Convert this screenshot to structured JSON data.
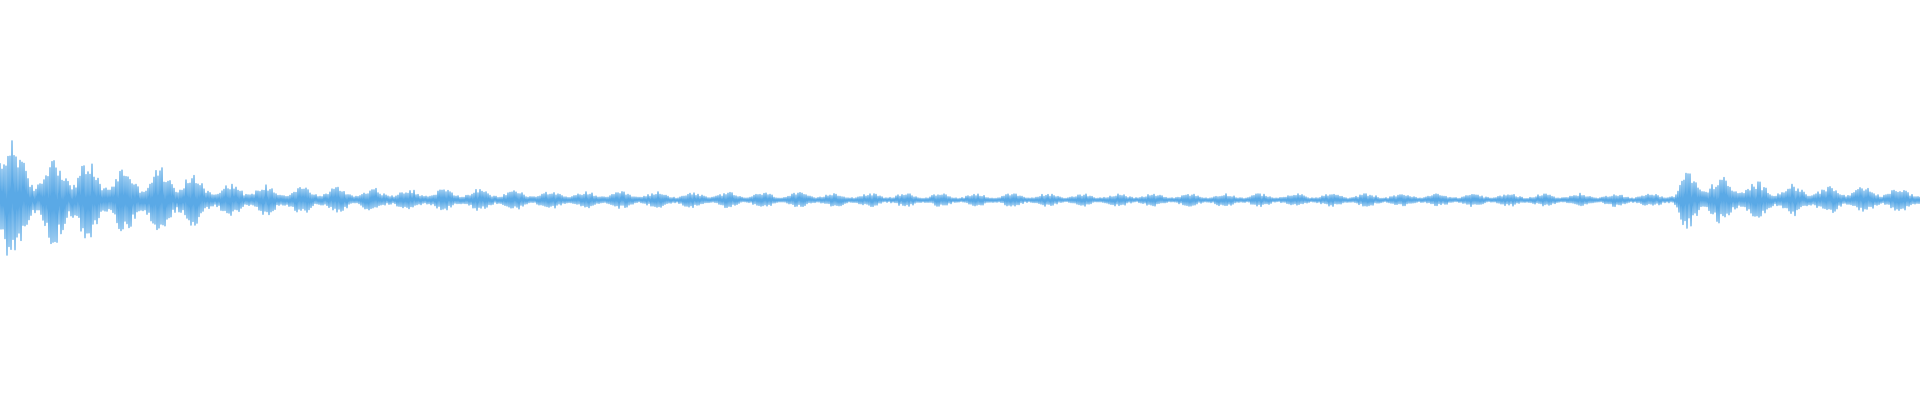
{
  "waveform": {
    "color": "#5aa9e6",
    "background": "#ffffff",
    "envelope": [
      {
        "at": 0.0,
        "amp": 0.97
      },
      {
        "at": 0.004,
        "amp": 0.92
      },
      {
        "at": 0.008,
        "amp": 0.55
      },
      {
        "at": 0.015,
        "amp": 0.35
      },
      {
        "at": 0.034,
        "amp": 0.47
      },
      {
        "at": 0.05,
        "amp": 0.33
      },
      {
        "at": 0.075,
        "amp": 0.3
      },
      {
        "at": 0.093,
        "amp": 0.32
      },
      {
        "at": 0.11,
        "amp": 0.18
      },
      {
        "at": 0.14,
        "amp": 0.14
      },
      {
        "at": 0.2,
        "amp": 0.11
      },
      {
        "at": 0.25,
        "amp": 0.1
      },
      {
        "at": 0.3,
        "amp": 0.08
      },
      {
        "at": 0.4,
        "amp": 0.07
      },
      {
        "at": 0.5,
        "amp": 0.06
      },
      {
        "at": 0.6,
        "amp": 0.06
      },
      {
        "at": 0.7,
        "amp": 0.06
      },
      {
        "at": 0.8,
        "amp": 0.06
      },
      {
        "at": 0.86,
        "amp": 0.06
      },
      {
        "at": 0.872,
        "amp": 0.08
      },
      {
        "at": 0.878,
        "amp": 0.3
      },
      {
        "at": 0.89,
        "amp": 0.24
      },
      {
        "at": 0.91,
        "amp": 0.18
      },
      {
        "at": 0.94,
        "amp": 0.14
      },
      {
        "at": 0.97,
        "amp": 0.12
      },
      {
        "at": 1.0,
        "amp": 0.11
      }
    ]
  }
}
